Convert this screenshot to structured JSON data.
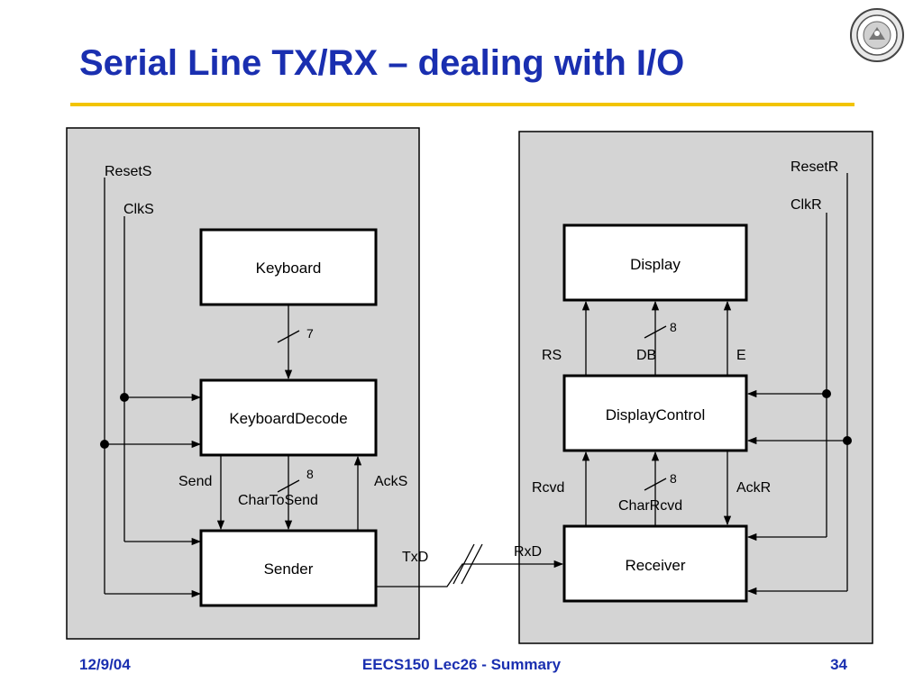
{
  "title": "Serial Line TX/RX – dealing with I/O",
  "footer": {
    "date": "12/9/04",
    "course": "EECS150 Lec26 - Summary",
    "page": "34"
  },
  "sender_side": {
    "signals": {
      "reset": "ResetS",
      "clock": "ClkS"
    },
    "blocks": {
      "keyboard": "Keyboard",
      "decode": "KeyboardDecode",
      "sender": "Sender"
    },
    "bus_widths": {
      "keyboard_to_decode": "7",
      "char_to_send": "8"
    },
    "wires": {
      "send": "Send",
      "ack": "AckS",
      "char": "CharToSend",
      "tx": "TxD"
    }
  },
  "receiver_side": {
    "signals": {
      "reset": "ResetR",
      "clock": "ClkR"
    },
    "blocks": {
      "display": "Display",
      "control": "DisplayControl",
      "receiver": "Receiver"
    },
    "bus_widths": {
      "db": "8",
      "char_rcvd": "8"
    },
    "wires": {
      "rs": "RS",
      "db": "DB",
      "e": "E",
      "rcvd": "Rcvd",
      "ack": "AckR",
      "char": "CharRcvd",
      "rx": "RxD"
    }
  }
}
